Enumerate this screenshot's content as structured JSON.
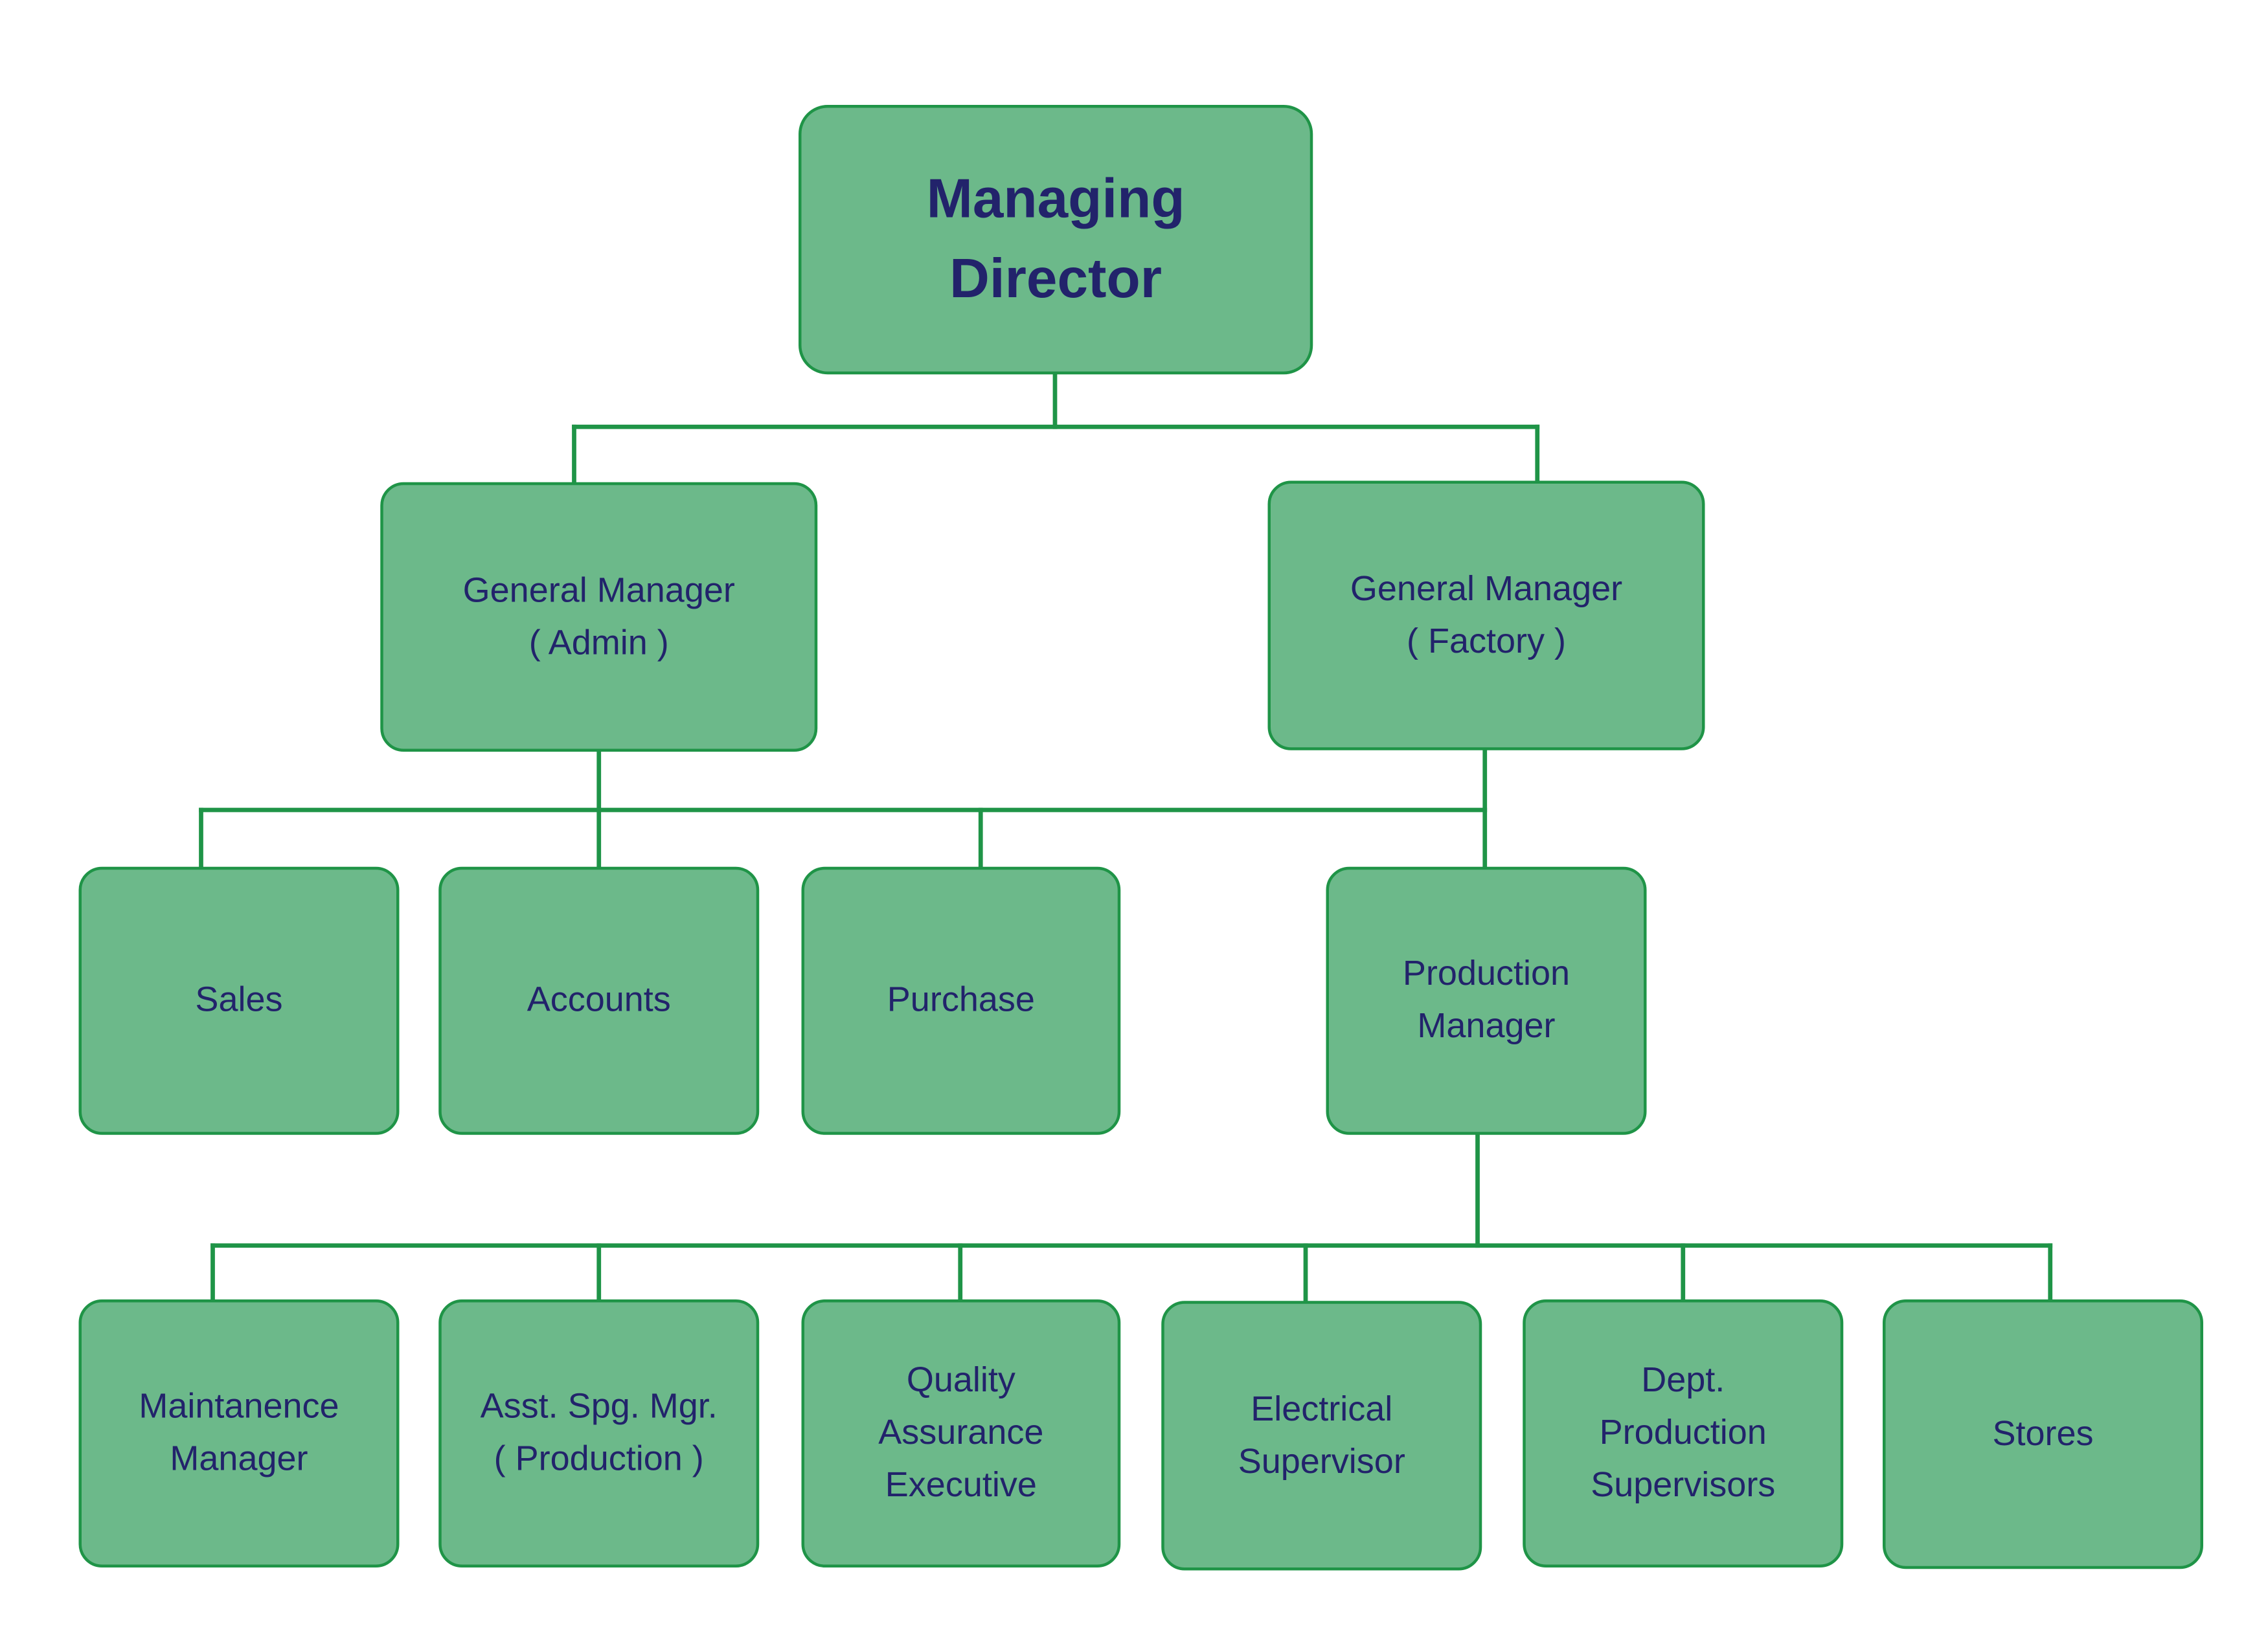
{
  "colors": {
    "box_fill": "#6cb98a",
    "box_border": "#1f9447",
    "connector": "#1f9447",
    "text": "#22236b",
    "background": "#ffffff"
  },
  "org_chart": {
    "managing_director": {
      "lines": [
        "Managing",
        "Director"
      ]
    },
    "general_managers": [
      {
        "lines": [
          "General Manager",
          "( Admin )"
        ]
      },
      {
        "lines": [
          "General Manager",
          "( Factory )"
        ]
      }
    ],
    "departments": [
      {
        "lines": [
          "Sales"
        ]
      },
      {
        "lines": [
          "Accounts"
        ]
      },
      {
        "lines": [
          "Purchase"
        ]
      },
      {
        "lines": [
          "Production",
          "Manager"
        ]
      }
    ],
    "production_team": [
      {
        "lines": [
          "Maintanence",
          "Manager"
        ]
      },
      {
        "lines": [
          "Asst. Spg. Mgr.",
          "( Production )"
        ]
      },
      {
        "lines": [
          "Quality",
          "Assurance",
          "Executive"
        ]
      },
      {
        "lines": [
          "Electrical",
          "Supervisor"
        ]
      },
      {
        "lines": [
          "Dept.",
          "Production",
          "Supervisors"
        ]
      },
      {
        "lines": [
          "Stores"
        ]
      }
    ]
  }
}
